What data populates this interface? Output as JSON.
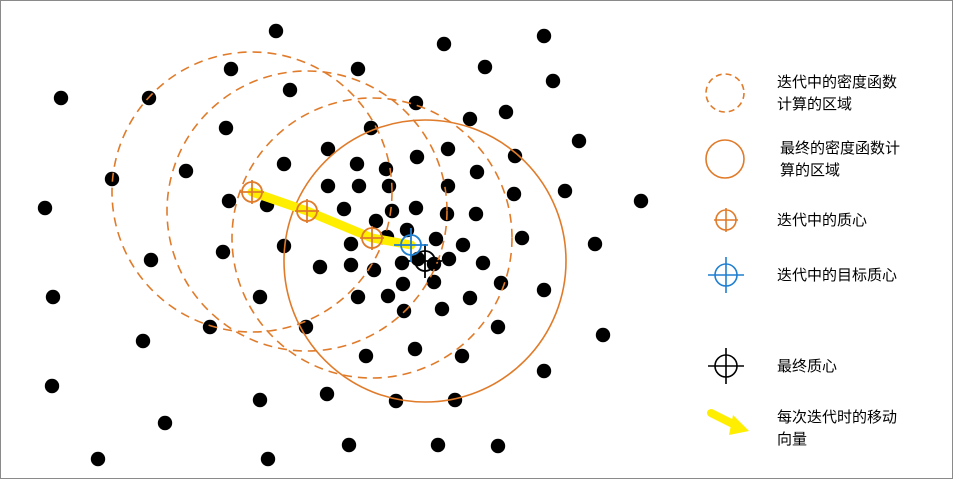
{
  "colors": {
    "orange": "#e07b2a",
    "blue": "#1f7fd1",
    "black": "#000000",
    "yellow": "#ffee00"
  },
  "legend": [
    {
      "key": "dashed-circle",
      "icon": "dashed-circle-icon",
      "lines": [
        "迭代中的密度函数",
        "计算的区域"
      ]
    },
    {
      "key": "solid-circle",
      "icon": "solid-circle-icon",
      "lines": [
        "最终的密度函数计",
        "算的区域"
      ]
    },
    {
      "key": "iter-centroid",
      "icon": "orange-crosshair-icon",
      "lines": [
        "迭代中的质心"
      ]
    },
    {
      "key": "iter-target",
      "icon": "blue-crosshair-icon",
      "lines": [
        "迭代中的目标质心"
      ]
    },
    {
      "key": "final-centroid",
      "icon": "black-crosshair-icon",
      "lines": [
        "最终质心"
      ]
    },
    {
      "key": "move-vector",
      "icon": "yellow-arrow-icon",
      "lines": [
        "每次迭代时的移动",
        "向量"
      ]
    }
  ]
}
